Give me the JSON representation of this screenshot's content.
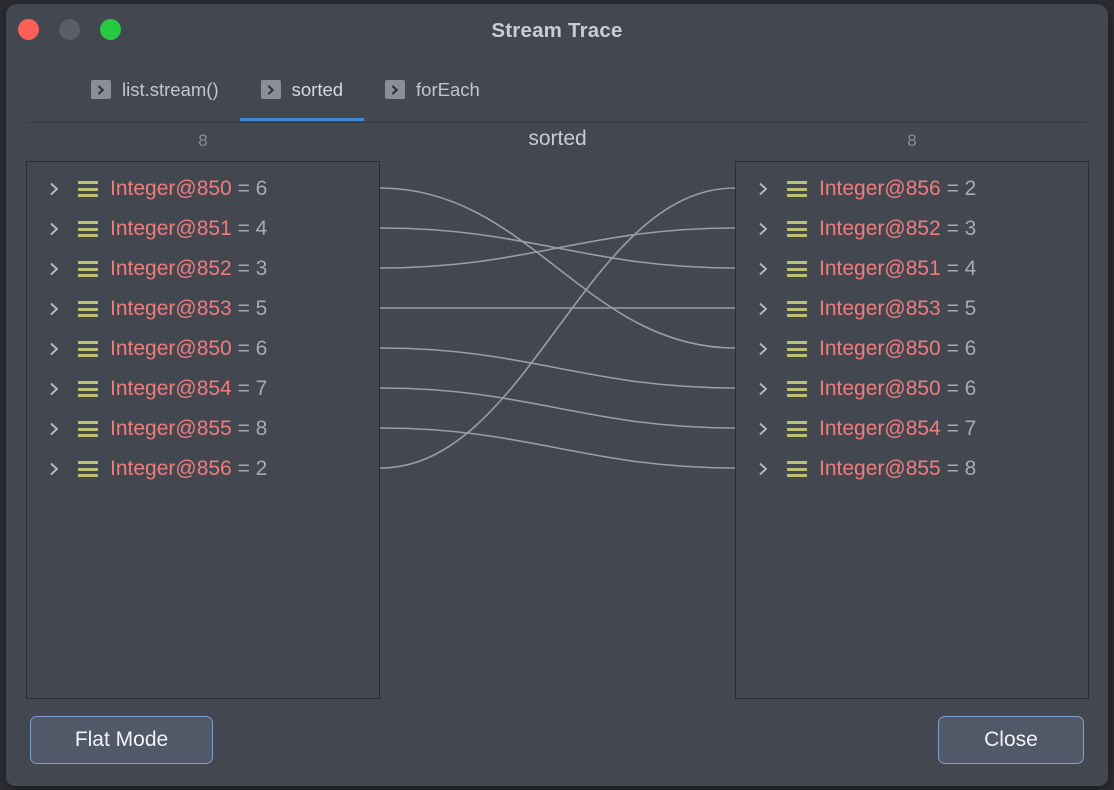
{
  "window": {
    "title": "Stream Trace",
    "traffic_lights": [
      {
        "name": "close",
        "color": "#fb5f57"
      },
      {
        "name": "minimize",
        "color": "#5a5e68"
      },
      {
        "name": "zoom",
        "color": "#26c940"
      }
    ]
  },
  "tabs": [
    {
      "label": "list.stream()",
      "icon": "chevron-right-box-icon",
      "active": false
    },
    {
      "label": "sorted",
      "icon": "chevron-right-box-icon",
      "active": true
    },
    {
      "label": "forEach",
      "icon": "chevron-right-box-icon",
      "active": false
    }
  ],
  "operation": {
    "name": "sorted",
    "before_count": "8",
    "after_count": "8"
  },
  "before_items": [
    {
      "ref": "Integer@850",
      "eq": "=",
      "value": "6"
    },
    {
      "ref": "Integer@851",
      "eq": "=",
      "value": "4"
    },
    {
      "ref": "Integer@852",
      "eq": "=",
      "value": "3"
    },
    {
      "ref": "Integer@853",
      "eq": "=",
      "value": "5"
    },
    {
      "ref": "Integer@850",
      "eq": "=",
      "value": "6"
    },
    {
      "ref": "Integer@854",
      "eq": "=",
      "value": "7"
    },
    {
      "ref": "Integer@855",
      "eq": "=",
      "value": "8"
    },
    {
      "ref": "Integer@856",
      "eq": "=",
      "value": "2"
    }
  ],
  "after_items": [
    {
      "ref": "Integer@856",
      "eq": "=",
      "value": "2"
    },
    {
      "ref": "Integer@852",
      "eq": "=",
      "value": "3"
    },
    {
      "ref": "Integer@851",
      "eq": "=",
      "value": "4"
    },
    {
      "ref": "Integer@853",
      "eq": "=",
      "value": "5"
    },
    {
      "ref": "Integer@850",
      "eq": "=",
      "value": "6"
    },
    {
      "ref": "Integer@850",
      "eq": "=",
      "value": "6"
    },
    {
      "ref": "Integer@854",
      "eq": "=",
      "value": "7"
    },
    {
      "ref": "Integer@855",
      "eq": "=",
      "value": "8"
    }
  ],
  "mapping": [
    {
      "from": 0,
      "to": 4
    },
    {
      "from": 1,
      "to": 2
    },
    {
      "from": 2,
      "to": 1
    },
    {
      "from": 3,
      "to": 3
    },
    {
      "from": 4,
      "to": 5
    },
    {
      "from": 5,
      "to": 6
    },
    {
      "from": 6,
      "to": 7
    },
    {
      "from": 7,
      "to": 0
    }
  ],
  "footer": {
    "flat_mode_label": "Flat Mode",
    "close_label": "Close"
  },
  "colors": {
    "window_bg": "#434750",
    "panel_bg": "#43474f",
    "panel_border": "#2a2c32",
    "accent": "#3d8bd6",
    "ref_text": "#f07c7c",
    "value_text": "#a6aab3",
    "icon_green": "#bdbf72",
    "connector": "#9a9da5",
    "button_border": "#7e9dd0",
    "button_bg": "#515868"
  }
}
